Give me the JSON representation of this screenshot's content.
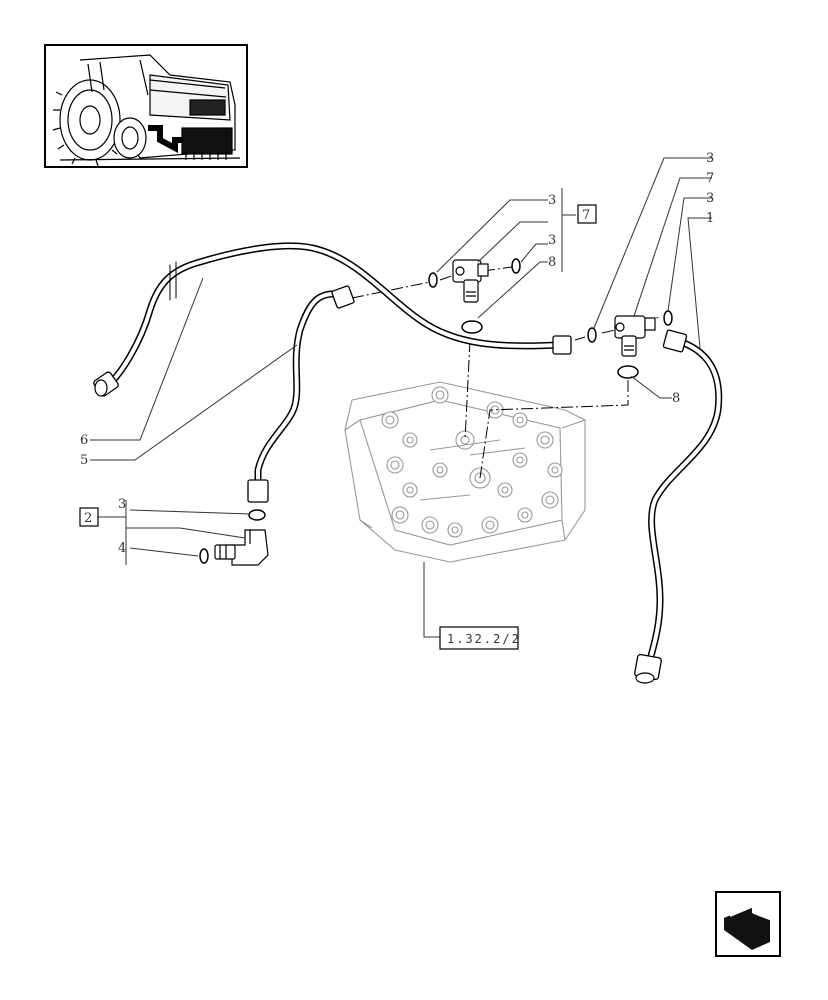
{
  "thumbnail": {
    "icon": "tractor-location-icon"
  },
  "callouts": {
    "top_left_group": {
      "box": "7",
      "items": [
        "3",
        "3",
        "8"
      ]
    },
    "top_right_stack": [
      "3",
      "7",
      "3",
      "1"
    ],
    "left_pipes": [
      "6",
      "5"
    ],
    "bottom_left_group": {
      "box": "2",
      "items": [
        "3",
        "4"
      ]
    },
    "right_oring": "8"
  },
  "reference_box": "1.32.2/2",
  "nav": {
    "icon": "next-page-arrow-icon"
  }
}
